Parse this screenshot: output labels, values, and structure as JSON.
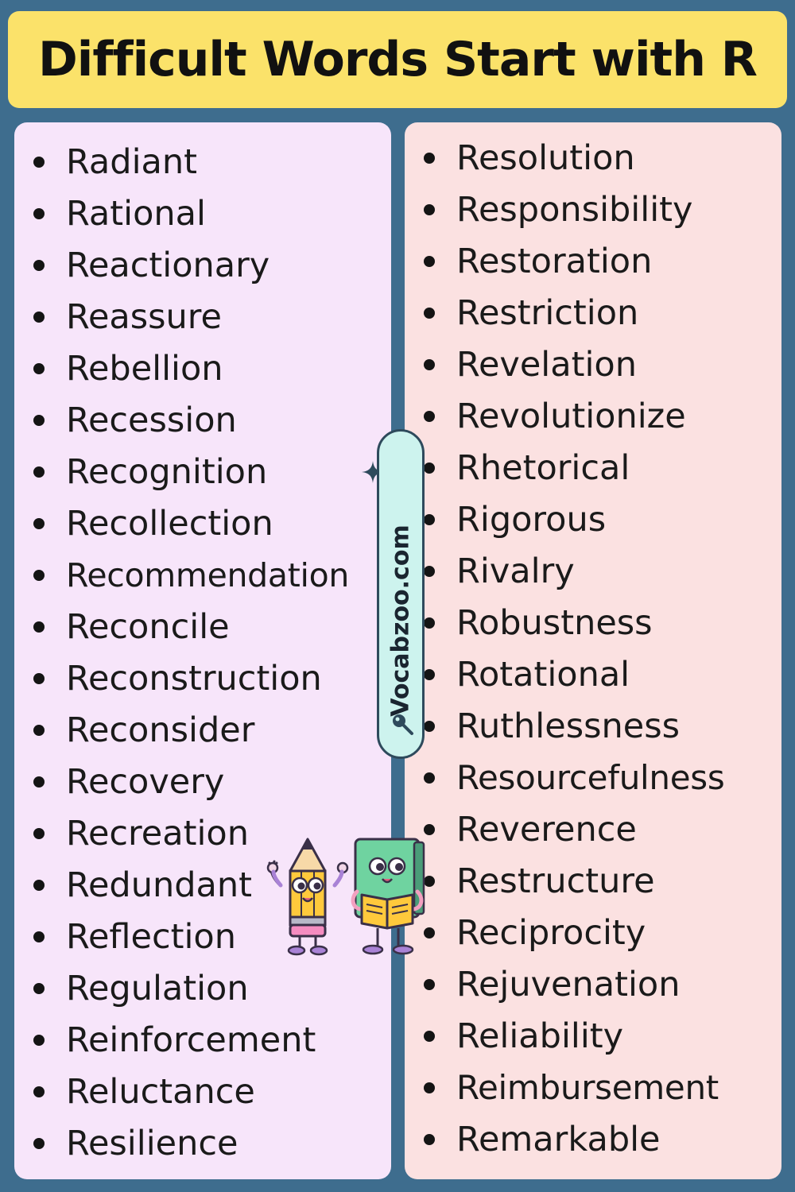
{
  "title": "Difficult Words Start with R",
  "watermark": {
    "text": "Vocabzoo.com",
    "icon": "magnifier-icon"
  },
  "left_column": [
    "Radiant",
    "Rational",
    "Reactionary",
    "Reassure",
    "Rebellion",
    "Recession",
    "Recognition",
    "Recollection",
    "Recommendation",
    "Reconcile",
    "Reconstruction",
    "Reconsider",
    "Recovery",
    "Recreation",
    "Redundant",
    "Reflection",
    "Regulation",
    "Reinforcement",
    "Reluctance",
    "Resilience"
  ],
  "right_column": [
    "Resolution",
    "Responsibility",
    "Restoration",
    "Restriction",
    "Revelation",
    "Revolutionize",
    "Rhetorical",
    "Rigorous",
    "Rivalry",
    "Robustness",
    "Rotational",
    "Ruthlessness",
    "Resourcefulness",
    "Reverence",
    "Restructure",
    "Reciprocity",
    "Rejuvenation",
    "Reliability",
    "Reimbursement",
    "Remarkable"
  ],
  "colors": {
    "background": "#3e6d8e",
    "title_banner": "#fbe26a",
    "left_panel": "#f7e5fa",
    "right_panel": "#fbe1e1",
    "watermark_pill": "#cdf3ee"
  }
}
